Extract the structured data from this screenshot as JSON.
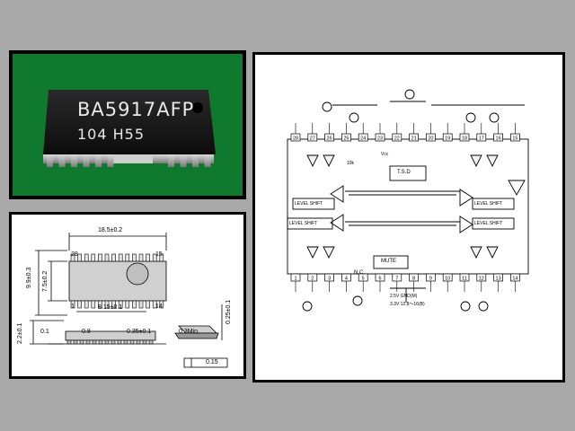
{
  "photo": {
    "part_number": "BA5917AFP",
    "lot_code": "104 H55"
  },
  "package": {
    "dim_length": "18.5±0.2",
    "dim_width": "7.5±0.2",
    "dim_span": "9.9±0.3",
    "pin_28": "28",
    "pin_15": "15",
    "pin_1": "1",
    "pin_14": "14",
    "dim_pitch": "0.8",
    "dim_lead_width": "0.35±0.1",
    "dim_height": "2.2±0.1",
    "dim_standoff": "0.1",
    "dim_lead_len": "0.3Min.",
    "dim_thickness": "0.25±0.1",
    "dim_flatness": "0.15",
    "dim_inner": "8.15±0.1"
  },
  "schematic": {
    "label_tsd": "T.S.D",
    "label_level_shift": "LEVEL SHIFT",
    "label_mute": "MUTE",
    "label_nc": "N.C.",
    "label_ic_note1": "2.5V  GND(M)",
    "label_ic_note2": "3.3V  12.8～16(B)",
    "label_10k": "10k",
    "label_vcc": "Vcc",
    "top_pins": [
      "28",
      "27",
      "26",
      "25",
      "24",
      "23",
      "22",
      "21",
      "20",
      "19",
      "18",
      "17",
      "16",
      "15"
    ],
    "bottom_pins": [
      "1",
      "2",
      "3",
      "4",
      "5",
      "6",
      "7",
      "8",
      "9",
      "10",
      "11",
      "12",
      "13",
      "14"
    ]
  }
}
